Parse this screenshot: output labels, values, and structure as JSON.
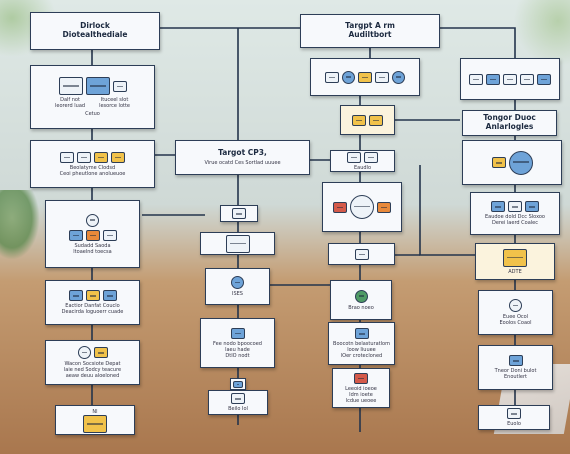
{
  "nodes": {
    "top_left_title": "Dirlock\nDiotealthediale",
    "top_center_title": "Targpt A rm\nAudiltbort",
    "mid_left_title": "Targot CP3,",
    "mid_left_caption": "Virue ocatd Ces Sortlad uuuee",
    "right_title": "Tongor Duoc\nAnlarlogles",
    "l1_caption": "Dalf not\nleorerd luad",
    "l1_caption_b": "Ituceel slot\nlesorce lotte",
    "l1_sub": "Cetuo",
    "l2_caption": "Beolatyme Clodsd\nCeoi pheutlone anolueuoe",
    "l3_caption": "Sudadd     Saoda\nltoaelnd    toecsa",
    "l4_caption": "Eactior Danfat Couclo\nDeacirda loguoerr cuade",
    "l5_caption": "Wacon Socsiote Depat\nlaie ned Sodcy teacure\naeaw deuu aloeloned",
    "l6_caption": "Nl",
    "c_caption_a": "ISES",
    "c_caption_b": "ADTE",
    "c4_caption": "Fee nodo bpoocoed\nlaeu hade\nDtIO nodt",
    "c5_caption": "Beilo Iol",
    "r1_label": "Eaudlo",
    "r2_caption": "Brao noeo",
    "r3_caption": "Boocotn belasturatlom\nloow Iiuuee\nlOer crotecloned",
    "r4_caption": "Leeoid ioeoe\nIdm ioete\nlcdue ueoee",
    "f1_caption": "Eaudoe dold Dcc Sloxoo\nDerei laerd Coalec",
    "f2_caption": "Euee Ocol\nEoolos Coaol",
    "f3_caption": "Tneor Doni bulot\nEnoutlert",
    "f4_caption": "Euolo"
  },
  "colors": {
    "accent": "#2d3e57",
    "node_fill": "#f7f9fc",
    "title_fill": "#25364f",
    "icon_blue": "#6ea3d8",
    "icon_yellow": "#f1c24a"
  }
}
